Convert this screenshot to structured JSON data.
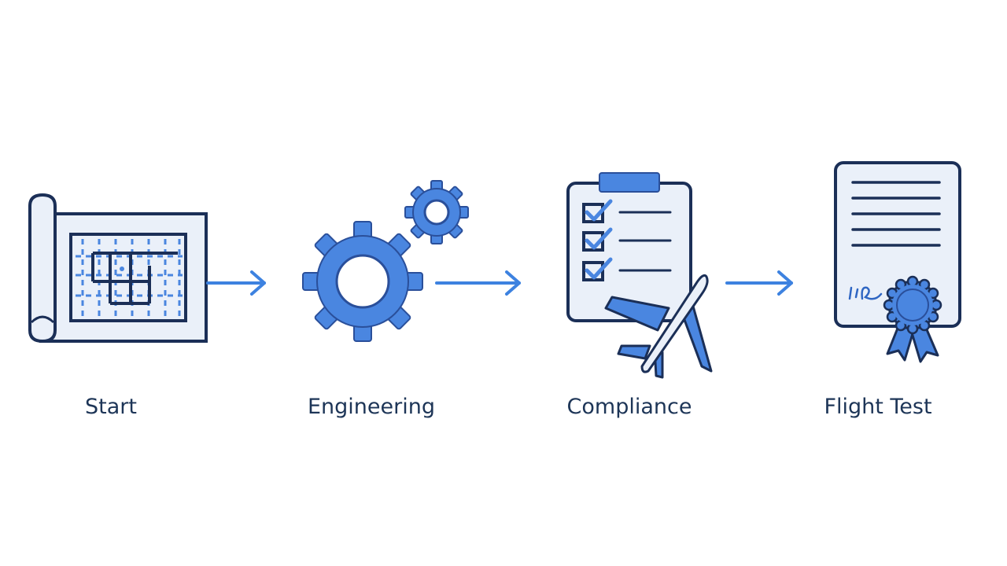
{
  "colors": {
    "outline": "#1b2f57",
    "accent": "#4a86e0",
    "accent_dark": "#2f66c3",
    "fill_light": "#eaf0f9",
    "arrow": "#3d82e0",
    "label_text": "#1d3557"
  },
  "steps": [
    {
      "label": "Start",
      "icon": "blueprint-icon"
    },
    {
      "label": "Engineering",
      "icon": "gears-icon"
    },
    {
      "label": "Compliance",
      "icon": "checklist-airplane-icon"
    },
    {
      "label": "Flight Test",
      "icon": "certificate-icon"
    }
  ],
  "connectors": [
    {
      "from": "Start",
      "to": "Engineering",
      "icon": "arrow-right-icon"
    },
    {
      "from": "Engineering",
      "to": "Compliance",
      "icon": "arrow-right-icon"
    },
    {
      "from": "Compliance",
      "to": "Flight Test",
      "icon": "arrow-right-icon"
    }
  ]
}
